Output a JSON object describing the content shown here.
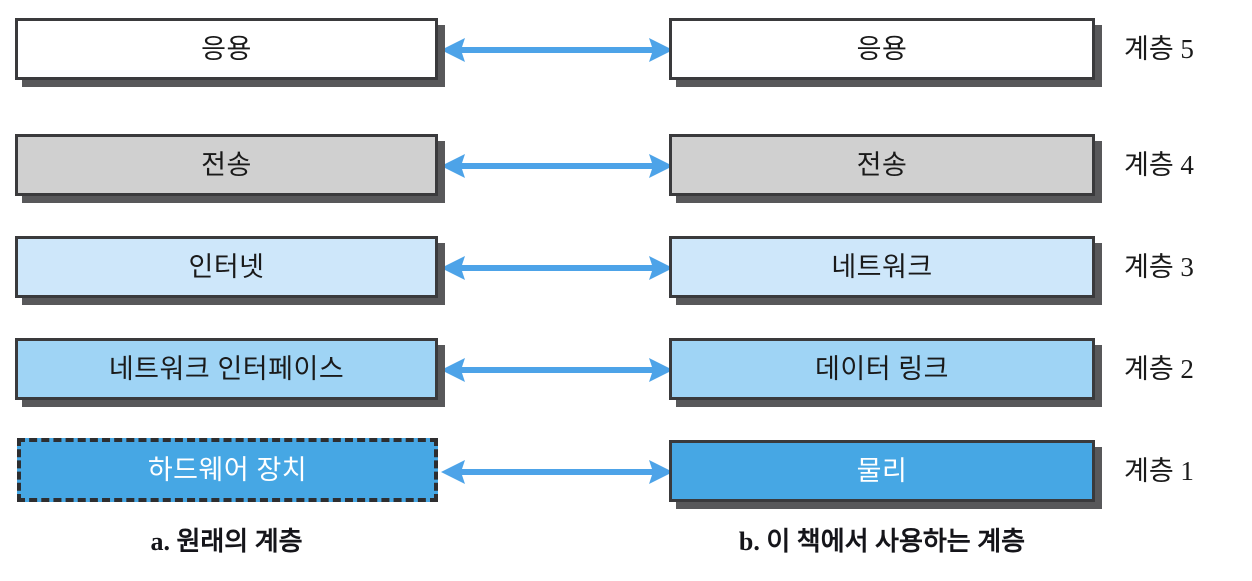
{
  "figure": {
    "left_column": {
      "caption": "a. 원래의 계층",
      "layers": [
        {
          "label": "응용",
          "style": "white",
          "border": "solid"
        },
        {
          "label": "전송",
          "style": "gray",
          "border": "solid"
        },
        {
          "label": "인터넷",
          "style": "pale",
          "border": "solid"
        },
        {
          "label": "네트워크 인터페이스",
          "style": "mid",
          "border": "solid"
        },
        {
          "label": "하드웨어 장치",
          "style": "deep",
          "border": "dashed"
        }
      ]
    },
    "right_column": {
      "caption": "b. 이 책에서 사용하는 계층",
      "layers": [
        {
          "label": "응용",
          "style": "white",
          "border": "solid"
        },
        {
          "label": "전송",
          "style": "gray",
          "border": "solid"
        },
        {
          "label": "네트워크",
          "style": "pale",
          "border": "solid"
        },
        {
          "label": "데이터 링크",
          "style": "mid",
          "border": "solid"
        },
        {
          "label": "물리",
          "style": "deep",
          "border": "solid"
        }
      ]
    },
    "layer_tags": [
      "계층 5",
      "계층 4",
      "계층 3",
      "계층 2",
      "계층 1"
    ],
    "connectors": [
      {
        "name": "connector-layer-5",
        "direction": "bidirectional"
      },
      {
        "name": "connector-layer-4",
        "direction": "bidirectional"
      },
      {
        "name": "connector-layer-3",
        "direction": "bidirectional"
      },
      {
        "name": "connector-layer-2",
        "direction": "bidirectional"
      },
      {
        "name": "connector-layer-1",
        "direction": "bidirectional"
      }
    ],
    "colors": {
      "arrow": "#4da3e8",
      "border": "#3a3a3c",
      "shadow": "#58585a",
      "fill_white": "#ffffff",
      "fill_gray": "#d0d0d0",
      "fill_pale_blue": "#cee7fa",
      "fill_mid_blue": "#9fd4f5",
      "fill_deep_blue": "#46a7e4"
    }
  }
}
